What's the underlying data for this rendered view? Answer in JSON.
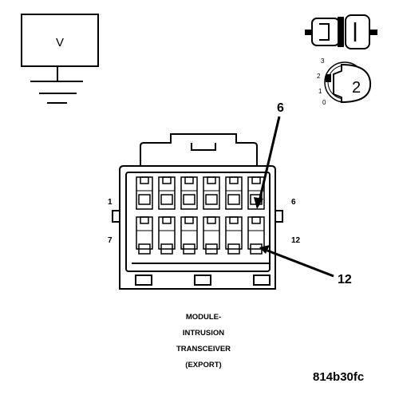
{
  "meter": {
    "label": "V"
  },
  "mating_icon": {
    "name": "connector-mating-icon"
  },
  "key_icon": {
    "name": "ignition-key-icon",
    "positions": [
      "3",
      "2",
      "1",
      "0"
    ],
    "key_label": "2"
  },
  "connector": {
    "pin_labels": {
      "top_left": "1",
      "top_right": "6",
      "bottom_left": "7",
      "bottom_right": "12"
    },
    "callouts": {
      "upper": "6",
      "lower": "12"
    }
  },
  "caption": [
    "MODULE-",
    "INTRUSION",
    "TRANSCEIVER",
    "(EXPORT)"
  ],
  "figure_code": "814b30fc"
}
